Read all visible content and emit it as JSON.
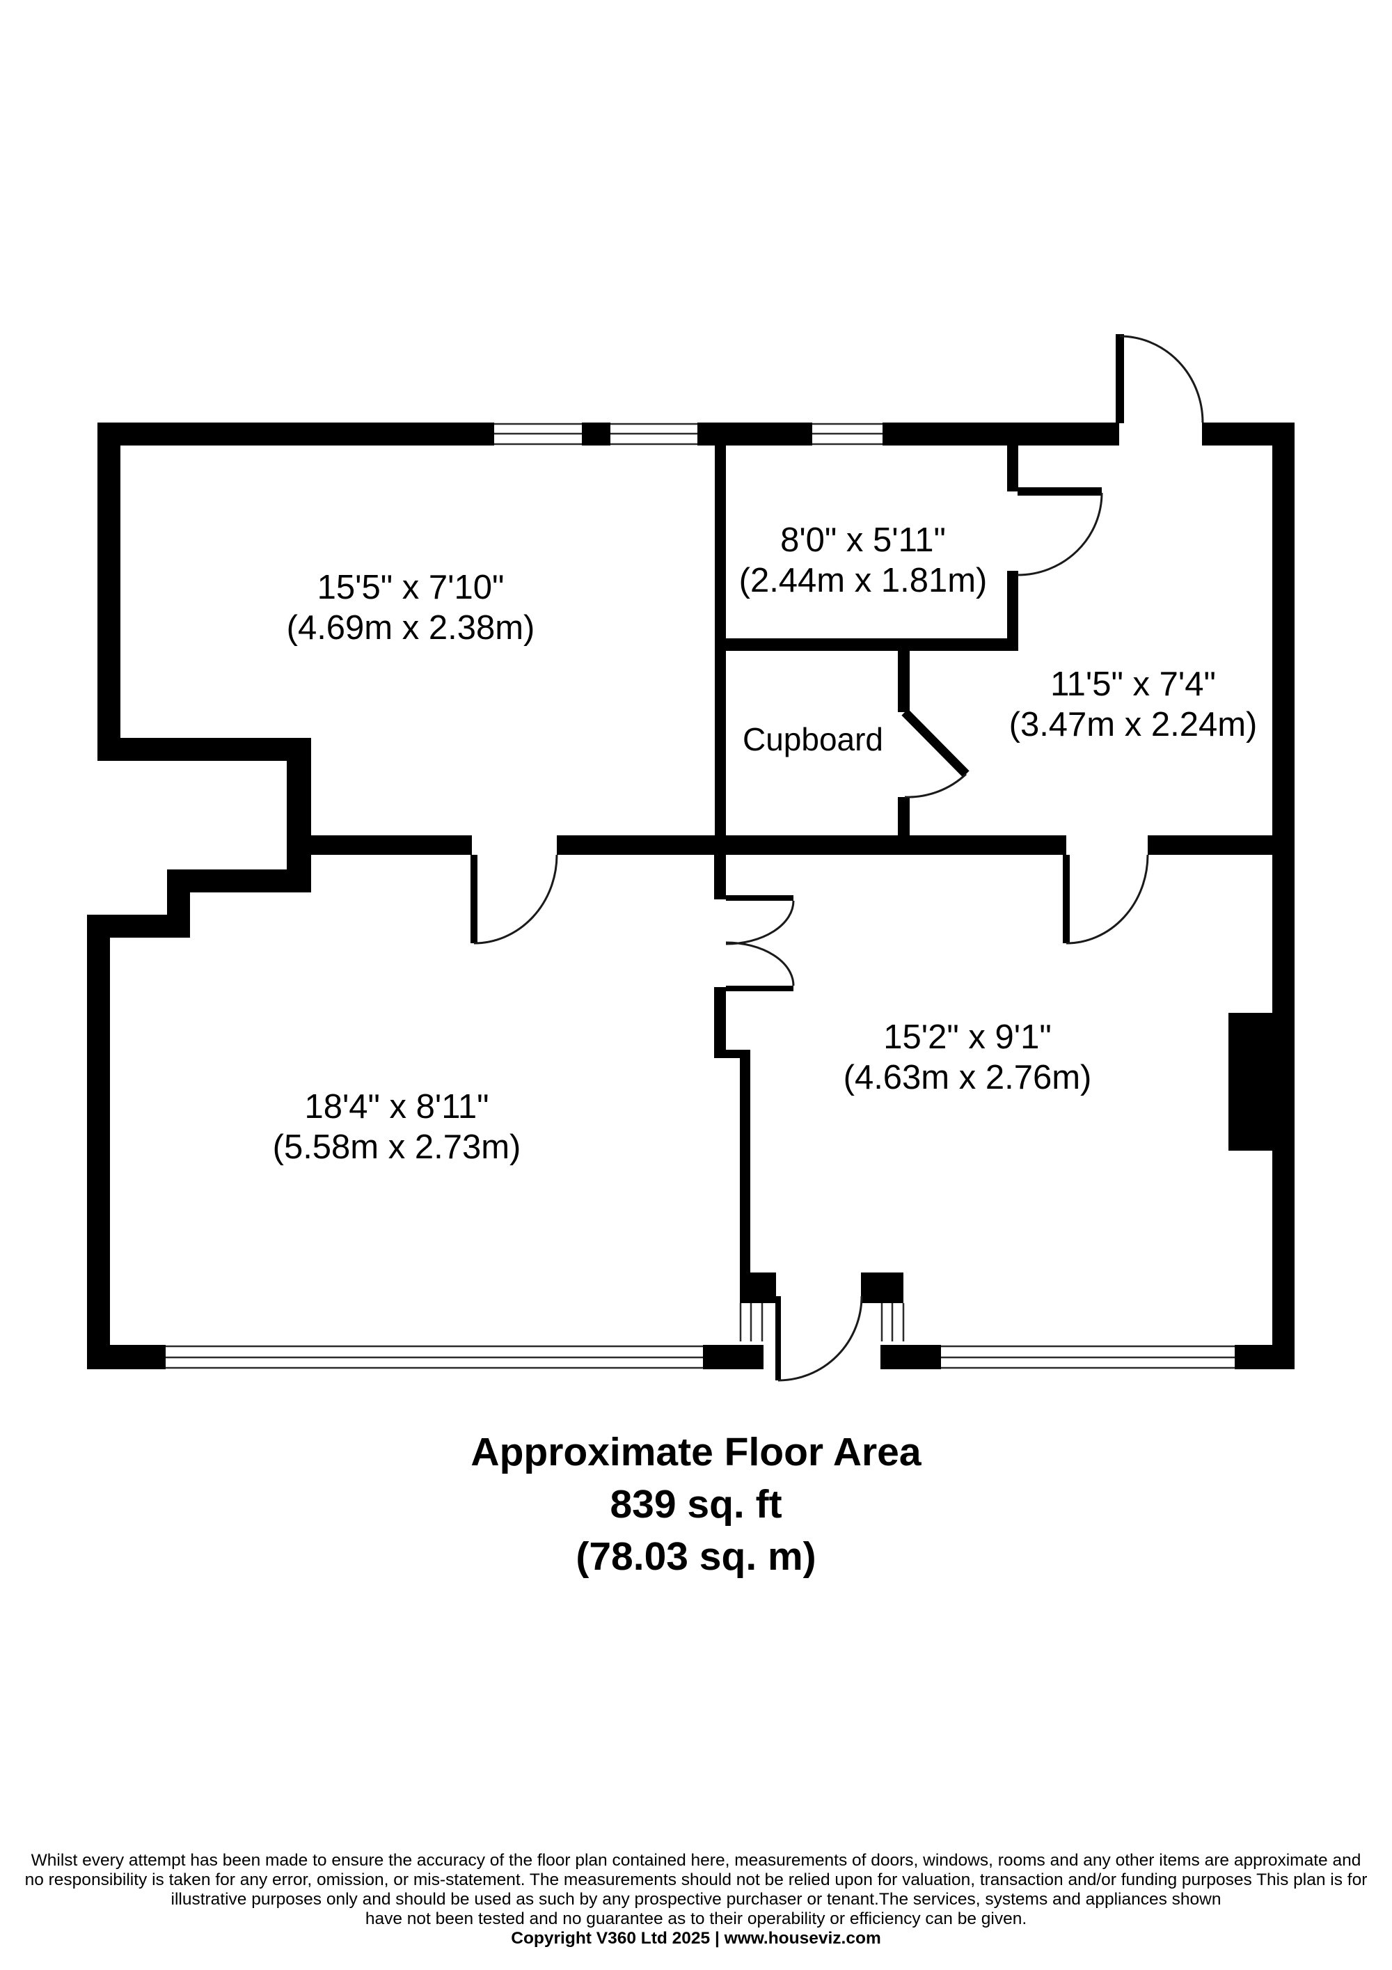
{
  "page": {
    "background": "#ffffff",
    "wall_color": "#000000",
    "text_color": "#000000"
  },
  "rooms": {
    "reception1": {
      "imperial": "15'5\" x 7'10\"",
      "metric": "(4.69m x 2.38m)"
    },
    "kitchen": {
      "imperial": "8'0\" x 5'11\"",
      "metric": "(2.44m x 1.81m)"
    },
    "bedroom1": {
      "imperial": "11'5\" x 7'4\"",
      "metric": "(3.47m x 2.24m)"
    },
    "cupboard": {
      "label": "Cupboard"
    },
    "reception2": {
      "imperial": "18'4\" x 8'11\"",
      "metric": "(5.58m x 2.73m)"
    },
    "bedroom2": {
      "imperial": "15'2\" x 9'1\"",
      "metric": "(4.63m x 2.76m)"
    }
  },
  "summary": {
    "title": "Approximate Floor Area",
    "area_imperial": "839 sq. ft",
    "area_metric": "(78.03 sq. m)"
  },
  "disclaimer": {
    "line1": "Whilst every attempt has been made to ensure the accuracy of the floor plan contained here, measurements of doors, windows, rooms and any other items are approximate and",
    "line2": "no responsibility is taken for any error, omission, or mis-statement.  The measurements should not be relied upon for valuation, transaction and/or funding purposes This plan is for",
    "line3": "illustrative purposes only and should be used as such by any prospective purchaser or tenant.The services, systems and appliances shown",
    "line4": "have not been tested and no guarantee as to their operability or efficiency can be given.",
    "copyright": "Copyright V360 Ltd 2025 | www.houseviz.com"
  }
}
